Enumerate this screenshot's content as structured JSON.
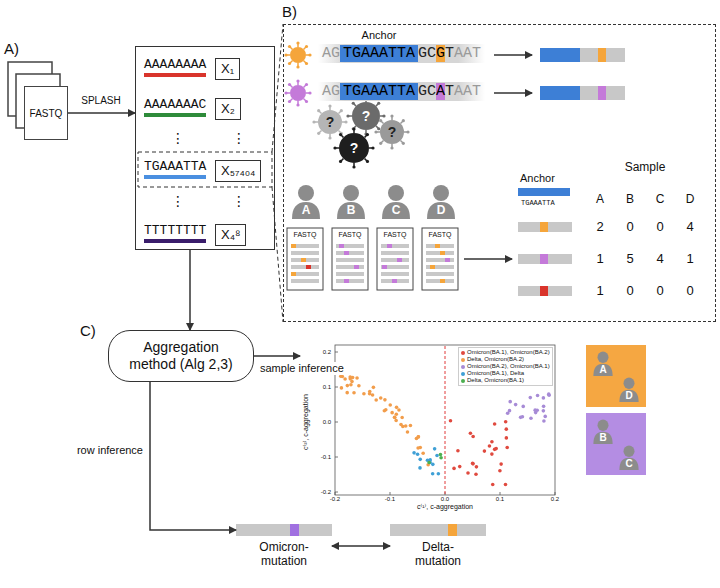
{
  "diagram": {
    "nodes": [
      {
        "text": [
          "FASTQ"
        ]
      },
      {
        "text": [
          "AAAAAAAA",
          "AAAAAAAC",
          "⋮",
          "⋮",
          "TGAAATTA",
          "⋮",
          "⋮",
          "TTTTTTTT"
        ]
      },
      {
        "text": [
          "X₁"
        ],
        "in": 1
      },
      {
        "text": [
          "X₂"
        ],
        "in": 1
      },
      {
        "text": [
          "X₅₇₄₀₄"
        ],
        "in": 1
      },
      {
        "text": [
          "X₄⁸"
        ],
        "in": 1
      },
      {
        "text": [
          "B)"
        ]
      },
      {
        "text": [
          "A"
        ],
        "in": 6
      },
      {
        "text": [
          "B"
        ],
        "in": 6
      },
      {
        "text": [
          "C"
        ],
        "in": 6
      },
      {
        "text": [
          "D"
        ],
        "in": 6
      },
      {
        "text": [
          "Aggregation method (Alg 2,3)"
        ]
      },
      {
        "text": [
          "c⁽²⁾, c-aggregation",
          "c⁽¹⁾, c-aggregation"
        ]
      },
      {
        "text": [
          "A"
        ]
      },
      {
        "text": [
          "D"
        ]
      },
      {
        "text": [
          "B"
        ]
      },
      {
        "text": [
          "C"
        ]
      },
      {
        "text": [
          "Omicron-mutation"
        ]
      },
      {
        "text": [
          "Delta-mutation"
        ]
      }
    ],
    "edges": [
      {
        "from": 0,
        "to": 1,
        "label": "SPLASH",
        "arrow": "to"
      },
      {
        "from": 1,
        "to": 6,
        "arrow": "none"
      },
      {
        "from": 1,
        "to": 11,
        "arrow": "to"
      },
      {
        "from": 11,
        "to": 12,
        "label": "sample inference",
        "arrow": "to"
      },
      {
        "from": 11,
        "to": 17,
        "label": "row inference",
        "arrow": "to"
      },
      {
        "from": 17,
        "to": 18,
        "arrow": "both"
      }
    ],
    "labels": [
      "A)",
      "C)",
      "Anchor",
      "AG",
      "TGAAATTA",
      "GC",
      "G",
      "T",
      "AAT",
      "AG",
      "TGAAATTA",
      "GC",
      "A",
      "T",
      "AAT",
      "?",
      "?",
      "?",
      "?",
      "FASTQ",
      "FASTQ",
      "FASTQ",
      "FASTQ",
      "Anchor",
      "TGAAATTA",
      "Sample",
      "A",
      "B",
      "C",
      "D",
      "2",
      "0",
      "0",
      "4",
      "1",
      "5",
      "4",
      "1",
      "1",
      "0",
      "0",
      "0",
      "0.2",
      "0.1",
      "0.0",
      "-0.1",
      "-0.2",
      "-0.2",
      "-0.1",
      "0.0",
      "0.1",
      "0.2"
    ],
    "legend": [
      {
        "text": "Omicron(BA.1), Omicron(BA.2)",
        "color": "#e04a3f"
      },
      {
        "text": "Delta, Omicron(BA.2)",
        "color": "#f29d4b"
      },
      {
        "text": "Omicron(BA.2), Omicron(BA.1)",
        "color": "#a78bd6"
      },
      {
        "text": "Omicron(BA.1), Delta",
        "color": "#3fa0d6"
      },
      {
        "text": "Delta, Omicron(BA.1)",
        "color": "#4caf50"
      }
    ]
  }
}
